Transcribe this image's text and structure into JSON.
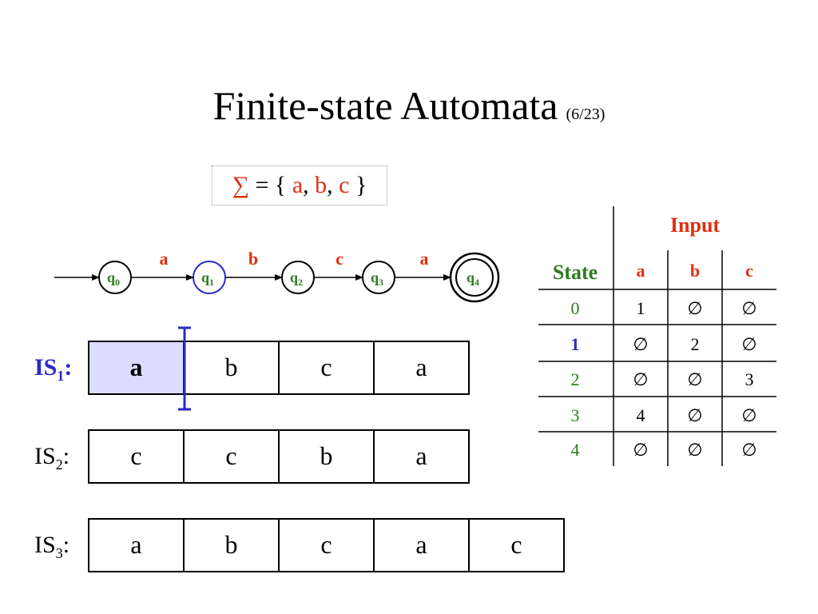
{
  "title": "Finite-state Automata",
  "page_indicator": "(6/23)",
  "alphabet": {
    "sigma_symbol": "∑",
    "prefix": "= {",
    "symbols": [
      "a",
      "b",
      "c"
    ],
    "suffix": "}"
  },
  "automaton": {
    "states": [
      {
        "name": "q",
        "sub": "0",
        "highlight": false,
        "accepting": false
      },
      {
        "name": "q",
        "sub": "1",
        "highlight": true,
        "accepting": false
      },
      {
        "name": "q",
        "sub": "2",
        "highlight": false,
        "accepting": false
      },
      {
        "name": "q",
        "sub": "3",
        "highlight": false,
        "accepting": false
      },
      {
        "name": "q",
        "sub": "4",
        "highlight": false,
        "accepting": true
      }
    ],
    "transitions": [
      "a",
      "b",
      "c",
      "a"
    ]
  },
  "table": {
    "input_header": "Input",
    "state_header": "State",
    "columns": [
      "a",
      "b",
      "c"
    ],
    "rows": [
      {
        "state": "0",
        "cells": [
          "1",
          "∅",
          "∅"
        ]
      },
      {
        "state": "1",
        "cells": [
          "∅",
          "2",
          "∅"
        ]
      },
      {
        "state": "2",
        "cells": [
          "∅",
          "∅",
          "3"
        ]
      },
      {
        "state": "3",
        "cells": [
          "4",
          "∅",
          "∅"
        ]
      },
      {
        "state": "4",
        "cells": [
          "∅",
          "∅",
          "∅"
        ]
      }
    ]
  },
  "strings": [
    {
      "label": "IS",
      "sub": "1",
      "suffix": ":",
      "cells": [
        "a",
        "b",
        "c",
        "a"
      ],
      "active_index": 0
    },
    {
      "label": "IS",
      "sub": "2",
      "suffix": ":",
      "cells": [
        "c",
        "c",
        "b",
        "a"
      ],
      "active_index": -1
    },
    {
      "label": "IS",
      "sub": "3",
      "suffix": ":",
      "cells": [
        "a",
        "b",
        "c",
        "a",
        "c"
      ],
      "active_index": -1
    }
  ],
  "colors": {
    "green": "#2e7a1e",
    "blue": "#2a2ac8",
    "red": "#e03010",
    "highlight_fill": "#dcdcff"
  }
}
